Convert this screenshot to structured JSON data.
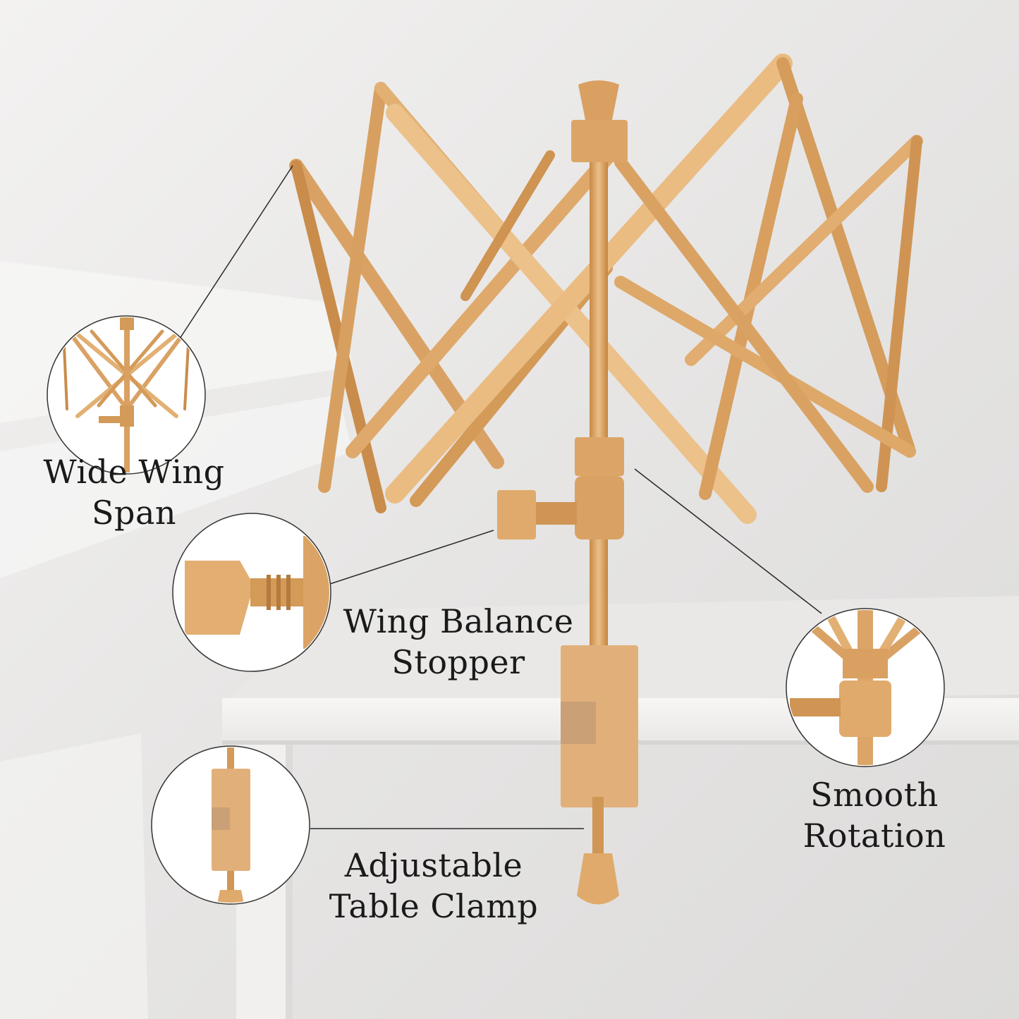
{
  "colors": {
    "wall": "#ecebea",
    "table_top": "#f4f3f2",
    "wood_light": "#e8b77c",
    "wood_mid": "#d39a58",
    "wood_dark": "#b87a3c",
    "text": "#1a1a1a",
    "callout_line": "#2a2a2a"
  },
  "callouts": [
    {
      "name": "wide-wing-span",
      "line1": "Wide Wing",
      "line2": "Span"
    },
    {
      "name": "wing-balance-stopper",
      "line1": "Wing Balance",
      "line2": "Stopper"
    },
    {
      "name": "smooth-rotation",
      "line1": "Smooth",
      "line2": "Rotation"
    },
    {
      "name": "adjustable-table-clamp",
      "line1": "Adjustable",
      "line2": "Table Clamp"
    }
  ]
}
